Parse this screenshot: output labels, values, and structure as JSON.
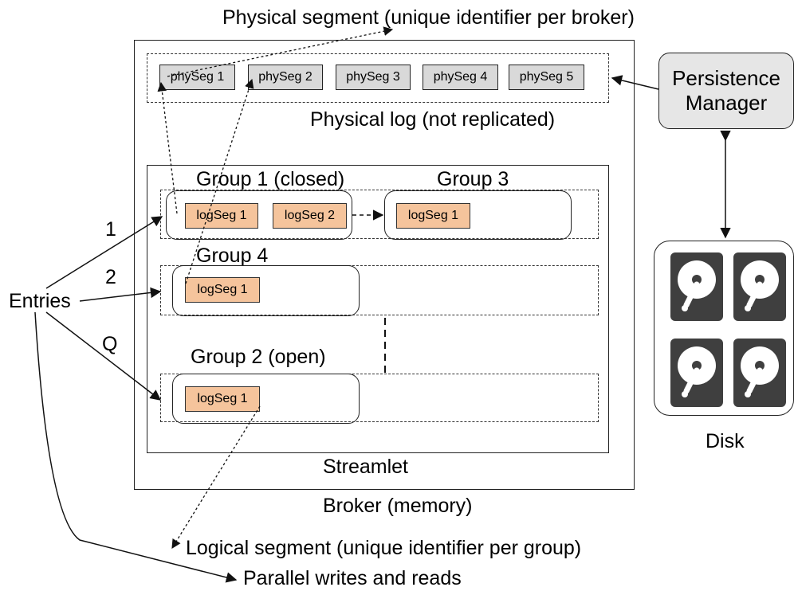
{
  "titles": {
    "physical_segment": "Physical segment (unique identifier per broker)",
    "physical_log": "Physical log (not replicated)",
    "streamlet": "Streamlet",
    "broker": "Broker (memory)",
    "logical_segment": "Logical segment (unique identifier per group)",
    "parallel": "Parallel writes and reads",
    "entries": "Entries",
    "disk": "Disk"
  },
  "persistence_manager": {
    "line1": "Persistence",
    "line2": "Manager"
  },
  "physical_segments": [
    "phySeg 1",
    "phySeg 2",
    "phySeg 3",
    "phySeg 4",
    "phySeg 5"
  ],
  "groups": {
    "group1": {
      "title": "Group 1 (closed)",
      "segments": [
        "logSeg 1",
        "logSeg 2"
      ]
    },
    "group3": {
      "title": "Group 3",
      "segments": [
        "logSeg 1"
      ]
    },
    "group4": {
      "title": "Group 4",
      "segments": [
        "logSeg 1"
      ]
    },
    "group2": {
      "title": "Group 2 (open)",
      "segments": [
        "logSeg 1"
      ]
    }
  },
  "entry_labels": [
    "1",
    "2",
    "Q"
  ],
  "icons": {
    "disk": "hard-disk-icon"
  },
  "colors": {
    "physical_segment_fill": "#d9d9d9",
    "logical_segment_fill": "#f5c49c",
    "persistence_fill": "#e6e6e6"
  }
}
